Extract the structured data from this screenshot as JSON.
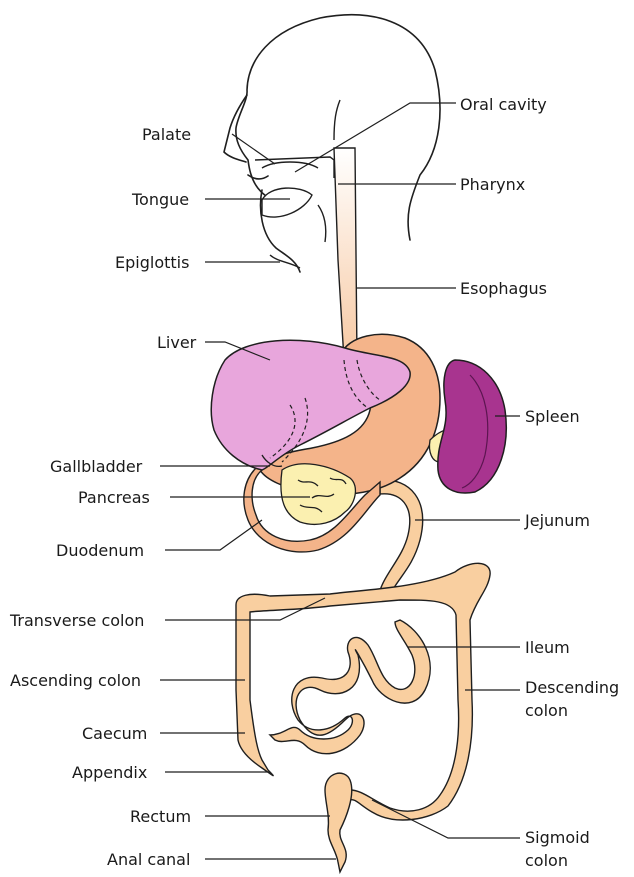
{
  "labels": {
    "palate": "Palate",
    "oral_cavity": "Oral cavity",
    "tongue": "Tongue",
    "pharynx": "Pharynx",
    "epiglottis": "Epiglottis",
    "esophagus": "Esophagus",
    "liver": "Liver",
    "spleen": "Spleen",
    "gallbladder": "Gallbladder",
    "pancreas": "Pancreas",
    "duodenum": "Duodenum",
    "jejunum": "Jejunum",
    "transverse_colon": "Transverse colon",
    "ileum": "Ileum",
    "ascending_colon": "Ascending colon",
    "descending_colon_1": "Descending",
    "descending_colon_2": "colon",
    "caecum": "Caecum",
    "appendix": "Appendix",
    "rectum": "Rectum",
    "sigmoid_colon_1": "Sigmoid",
    "sigmoid_colon_2": "colon",
    "anal_canal": "Anal canal"
  },
  "colors": {
    "outline": "#1f1f1f",
    "liver": "#e8a6dc",
    "spleen": "#a8348f",
    "stomach": "#f4b48a",
    "intestine": "#f9cfa0",
    "pancreas": "#fbf0b0",
    "esophagus": "#f9e0cc"
  }
}
